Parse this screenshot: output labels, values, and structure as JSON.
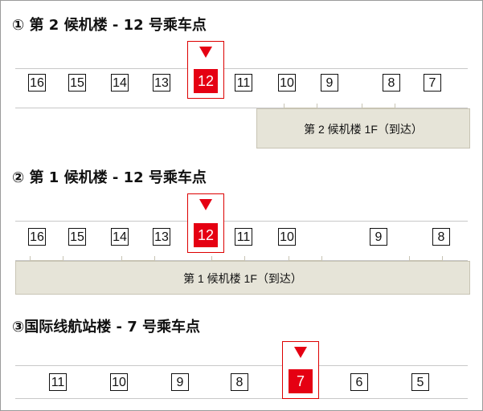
{
  "sections": [
    {
      "title": "① 第 2 候机楼 - 12 号乘车点",
      "stops": [
        "16",
        "15",
        "14",
        "13",
        "12",
        "11",
        "10",
        "9",
        "8",
        "7"
      ],
      "highlight": "12",
      "bar_label": "第 2 候机楼 1F（到达）"
    },
    {
      "title": "② 第 1 候机楼 - 12 号乘车点",
      "stops": [
        "16",
        "15",
        "14",
        "13",
        "12",
        "11",
        "10",
        "9",
        "8"
      ],
      "highlight": "12",
      "bar_label": "第 1 候机楼 1F（到达）"
    },
    {
      "title": "③国际线航站楼 - 7 号乘车点",
      "stops": [
        "11",
        "10",
        "9",
        "8",
        "7",
        "6",
        "5"
      ],
      "highlight": "7"
    }
  ],
  "colors": {
    "highlight": "#e50012",
    "marker_border": "#d00000",
    "bar_fill": "#e6e4d8"
  },
  "icons": {
    "pointer": "down-triangle-icon"
  }
}
